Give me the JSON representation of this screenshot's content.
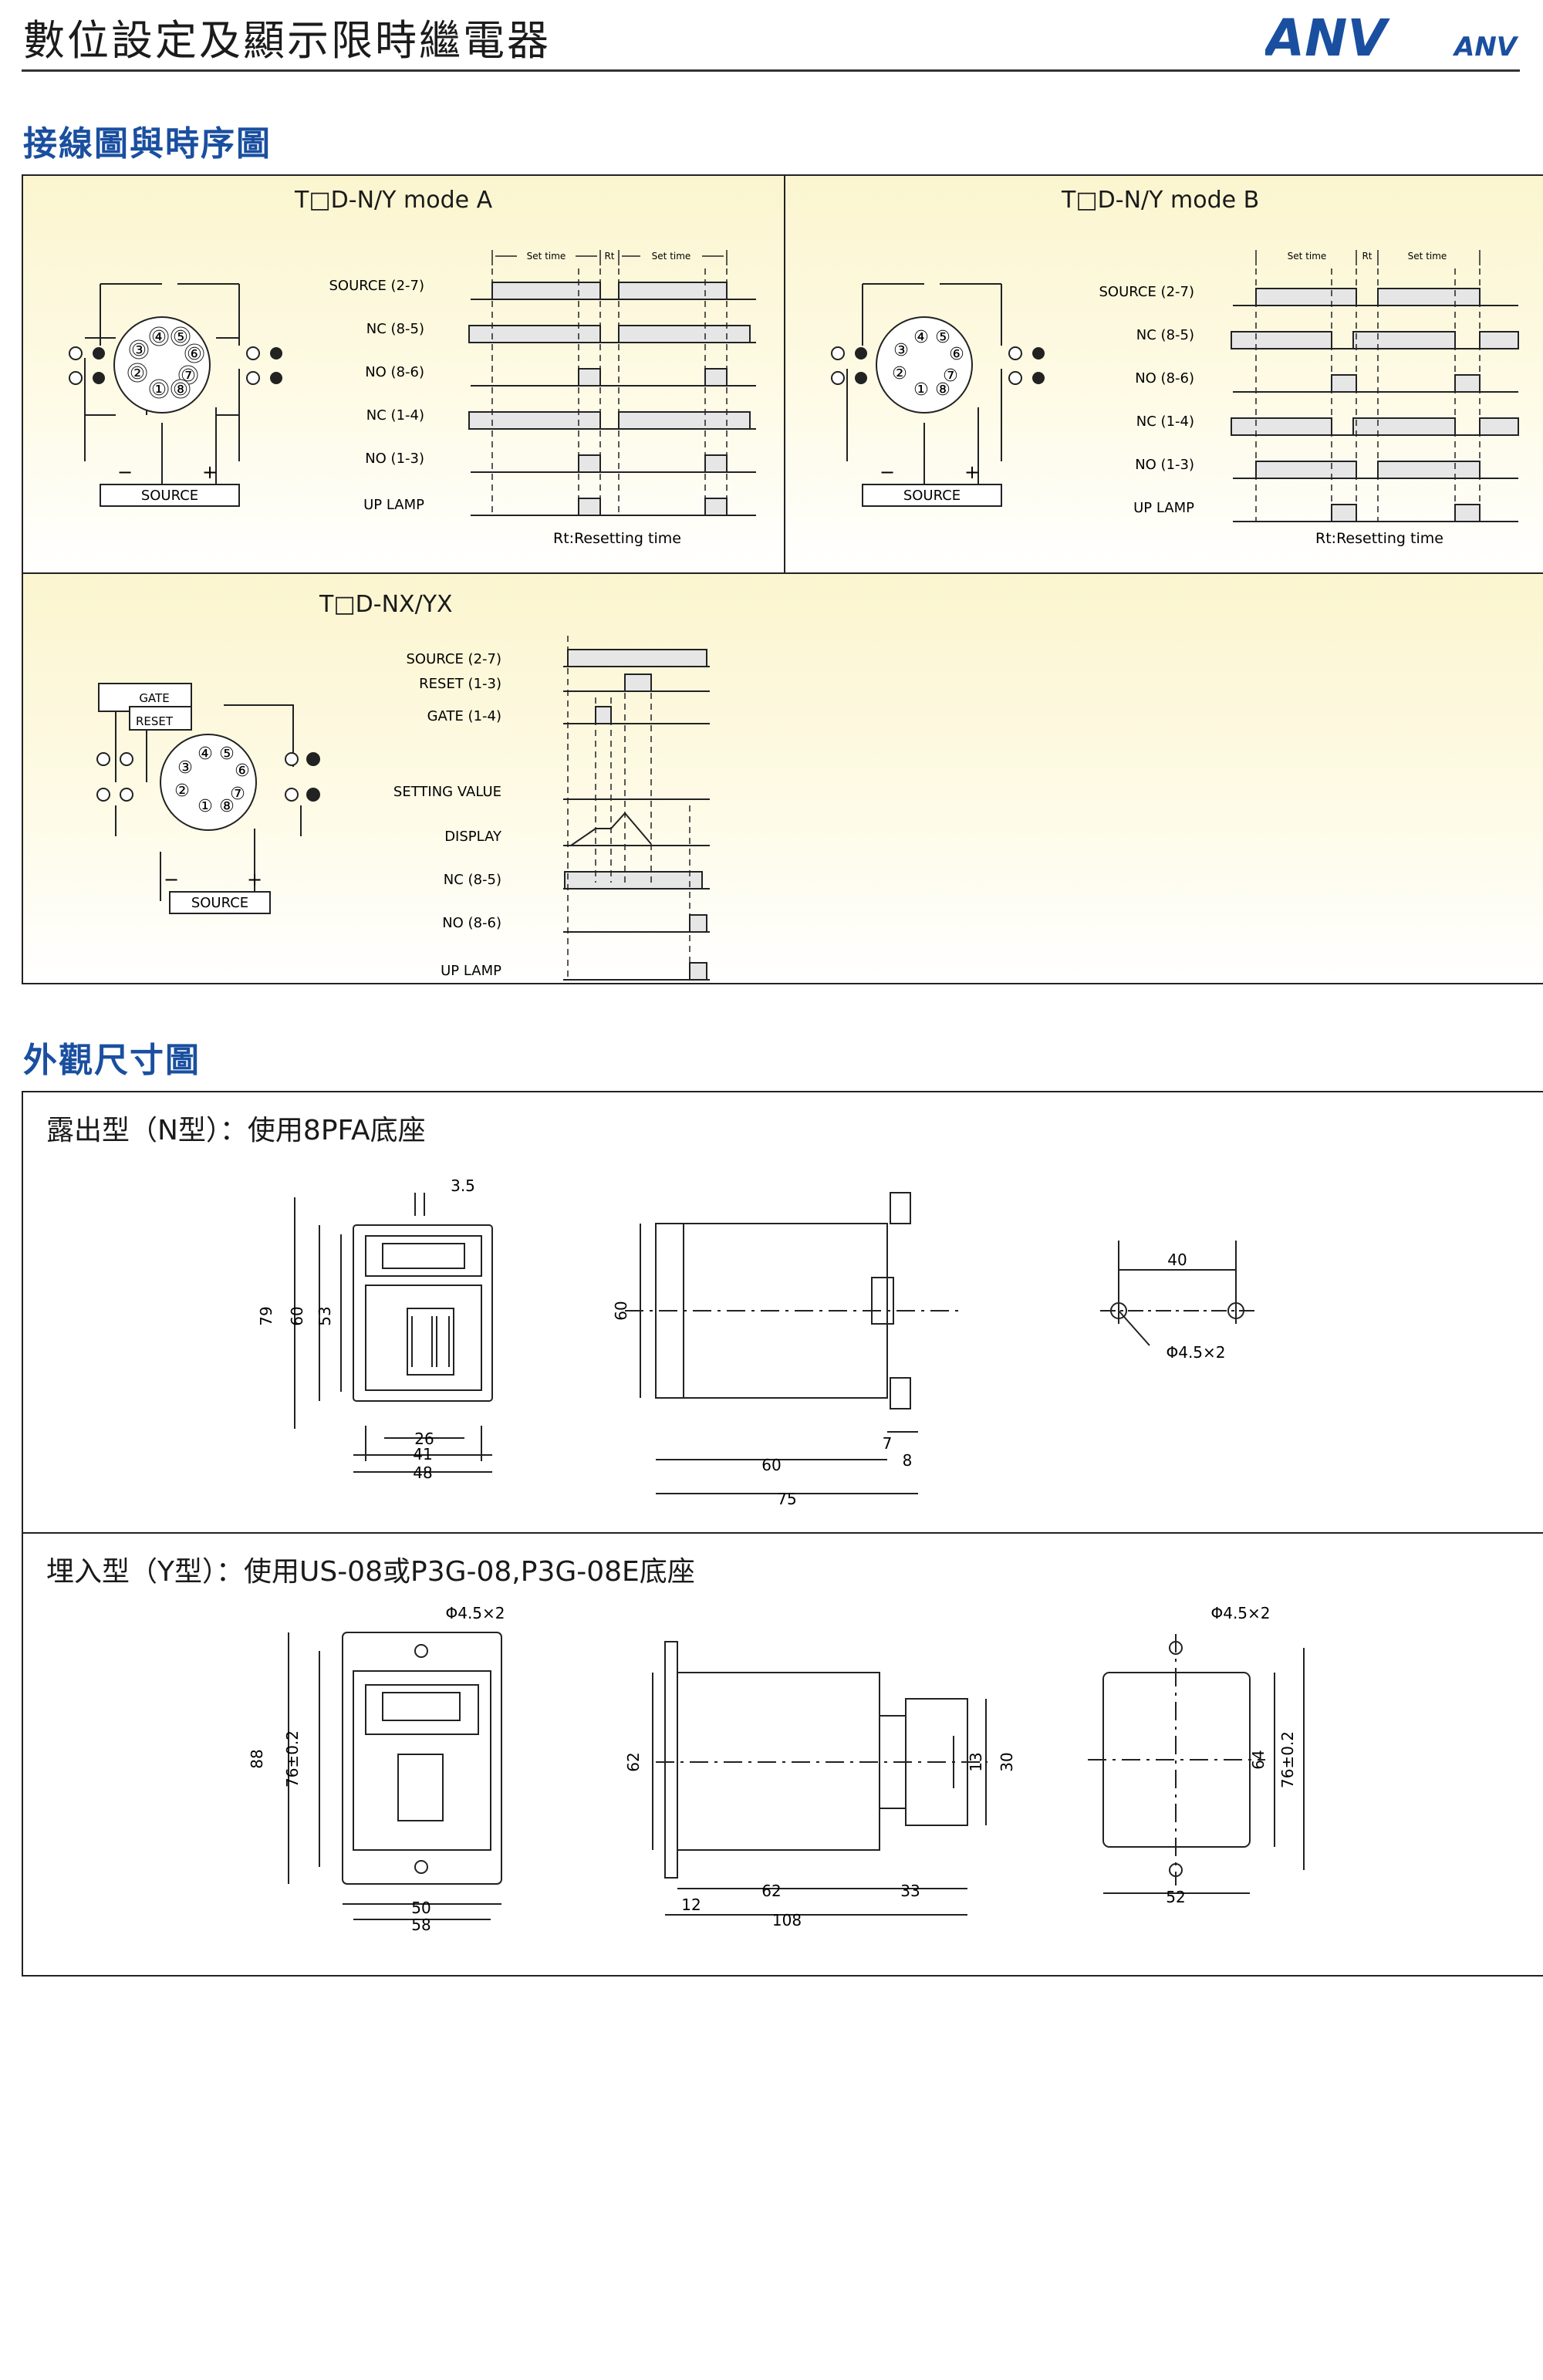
{
  "header": {
    "title": "數位設定及顯示限時繼電器",
    "logo": {
      "text_main": "ANV",
      "text_small": "ANV",
      "color": "#1a4fa0"
    }
  },
  "section_wiring": {
    "heading": "接線圖與時序圖",
    "mode_a": {
      "title": "T□D-N/Y mode A",
      "signals": [
        "SOURCE (2-7)",
        "NC (8-5)",
        "NO (8-6)",
        "NC (1-4)",
        "NO (1-3)",
        "UP LAMP"
      ],
      "timing_labels": {
        "set_time_1": "Set time",
        "rt": "Rt",
        "set_time_2": "Set time"
      },
      "note": "Rt:Resetting time",
      "source_label": "SOURCE",
      "minus": "−",
      "plus": "+",
      "pins": [
        "1",
        "2",
        "3",
        "4",
        "5",
        "6",
        "7",
        "8"
      ]
    },
    "mode_b": {
      "title": "T□D-N/Y mode B",
      "signals": [
        "SOURCE (2-7)",
        "NC (8-5)",
        "NO (8-6)",
        "NC (1-4)",
        "NO (1-3)",
        "UP LAMP"
      ],
      "timing_labels": {
        "set_time_1": "Set time",
        "rt": "Rt",
        "set_time_2": "Set time"
      },
      "note": "Rt:Resetting time",
      "source_label": "SOURCE",
      "minus": "−",
      "plus": "+"
    },
    "mode_nx": {
      "title": "T□D-NX/YX",
      "signals": [
        "SOURCE (2-7)",
        "RESET (1-3)",
        "GATE (1-4)",
        "SETTING VALUE",
        "DISPLAY",
        "NC (8-5)",
        "NO (8-6)",
        "UP LAMP"
      ],
      "gate_label": "GATE",
      "reset_label": "RESET",
      "source_label": "SOURCE",
      "minus": "−",
      "plus": "+"
    }
  },
  "section_dimensions": {
    "heading": "外觀尺寸圖",
    "n_type": {
      "caption": "露出型（N型）：使用8PFA底座",
      "front": {
        "top": "3.5",
        "h79": "79",
        "h60": "60",
        "h53": "53",
        "w26": "26",
        "w41": "41",
        "w48": "48"
      },
      "side": {
        "h60": "60",
        "w60": "60",
        "w75": "75",
        "w7": "7",
        "w8": "8"
      },
      "mount": {
        "spacing": "40",
        "hole": "Φ4.5×2"
      }
    },
    "y_type": {
      "caption": "埋入型（Y型）：使用US-08或P3G-08,P3G-08E底座",
      "front": {
        "hole": "Φ4.5×2",
        "h88": "88",
        "h76": "76±0.2",
        "w50": "50",
        "w58": "58"
      },
      "side": {
        "h62": "62",
        "h13": "13",
        "h30": "30",
        "w12": "12",
        "w62": "62",
        "w33": "33",
        "w108": "108"
      },
      "cutout": {
        "hole": "Φ4.5×2",
        "h64": "64",
        "h76": "76±0.2",
        "w52": "52"
      }
    }
  }
}
